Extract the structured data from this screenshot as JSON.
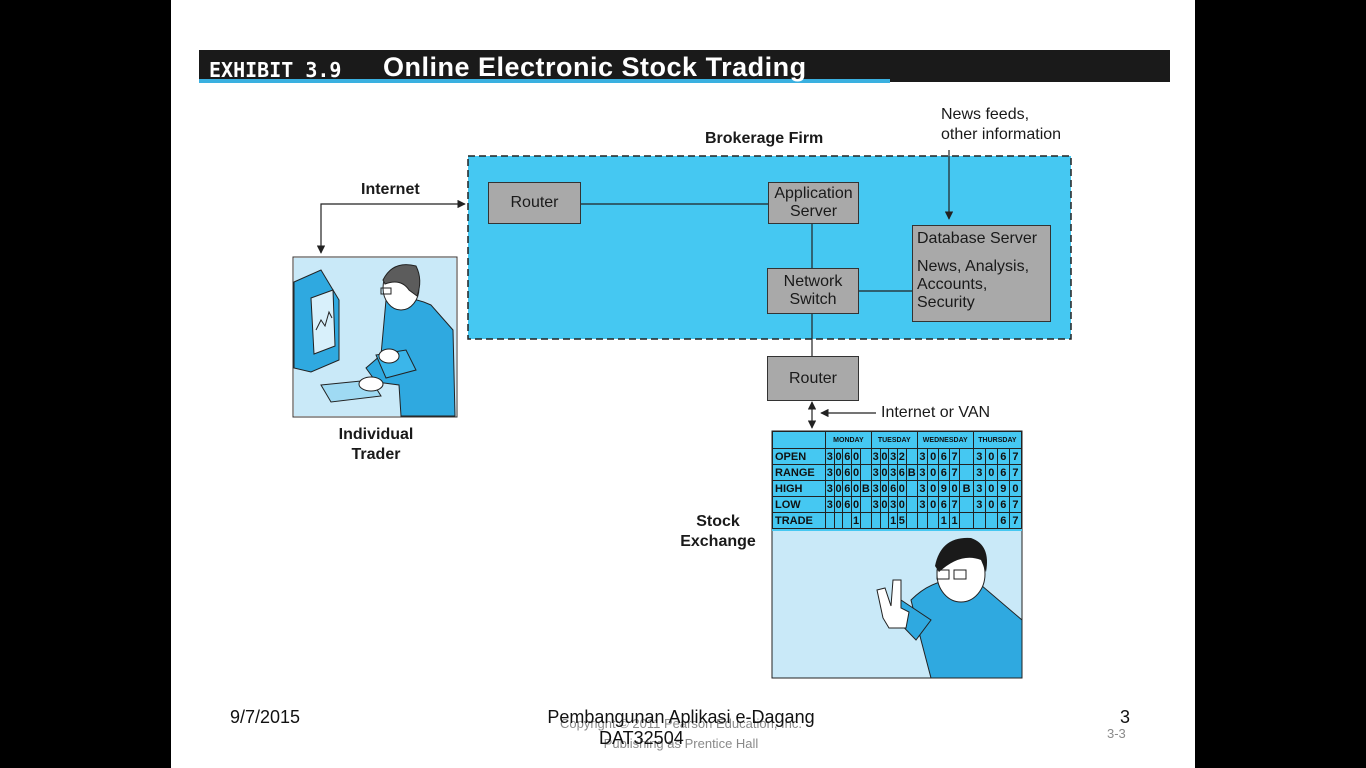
{
  "header": {
    "exhibit_label": "EXHIBIT 3.9",
    "title": "Online Electronic Stock Trading"
  },
  "diagram": {
    "brokerage_firm_label": "Brokerage Firm",
    "internet_label": "Internet",
    "news_label_line1": "News feeds,",
    "news_label_line2": "other information",
    "router_top": "Router",
    "app_server_line1": "Application",
    "app_server_line2": "Server",
    "network_switch_line1": "Network",
    "network_switch_line2": "Switch",
    "db_server_title": "Database Server",
    "db_server_line1": "News, Analysis,",
    "db_server_line2": "Accounts,",
    "db_server_line3": "Security",
    "router_bottom": "Router",
    "internet_van_label": "Internet or VAN",
    "trader_line1": "Individual",
    "trader_line2": "Trader",
    "exchange_line1": "Stock",
    "exchange_line2": "Exchange",
    "colors": {
      "brokerage_bg": "#45c8f2",
      "box_bg": "#a9a9a9",
      "exchange_bg": "#c9e9f8",
      "banner": "#1a1a1a"
    }
  },
  "stock_board": {
    "days": [
      "MONDAY",
      "TUESDAY",
      "WEDNESDAY",
      "THURSDAY"
    ],
    "rows": [
      {
        "label": "OPEN",
        "cells": [
          "3",
          "0",
          "6",
          "0",
          "",
          "3",
          "0",
          "3",
          "2",
          "",
          "3",
          "0",
          "6",
          "7",
          "",
          "3",
          "0",
          "6",
          "7"
        ]
      },
      {
        "label": "RANGE",
        "cells": [
          "3",
          "0",
          "6",
          "0",
          "",
          "3",
          "0",
          "3",
          "6",
          "B",
          "3",
          "0",
          "6",
          "7",
          "",
          "3",
          "0",
          "6",
          "7"
        ]
      },
      {
        "label": "HIGH",
        "cells": [
          "3",
          "0",
          "6",
          "0",
          "B",
          "3",
          "0",
          "6",
          "0",
          "",
          "3",
          "0",
          "9",
          "0",
          "B",
          "3",
          "0",
          "9",
          "0"
        ]
      },
      {
        "label": "LOW",
        "cells": [
          "3",
          "0",
          "6",
          "0",
          "",
          "3",
          "0",
          "3",
          "0",
          "",
          "3",
          "0",
          "6",
          "7",
          "",
          "3",
          "0",
          "6",
          "7"
        ]
      },
      {
        "label": "TRADE",
        "cells": [
          "",
          "",
          "",
          "1",
          "",
          "",
          "",
          "1",
          "5",
          "",
          "",
          "",
          "1",
          "1",
          "",
          "",
          "",
          "6",
          "7"
        ]
      }
    ]
  },
  "footer": {
    "date": "9/7/2015",
    "course_line1": "Pembangunan  Aplikasi e-Dagang",
    "course_line2": "DAT32504",
    "copyright_line1": "Copyright © 2011 Pearson Education, Inc.",
    "copyright_line2": "Publishing as Prentice Hall",
    "page_number": "3",
    "slide_code": "3-3"
  }
}
